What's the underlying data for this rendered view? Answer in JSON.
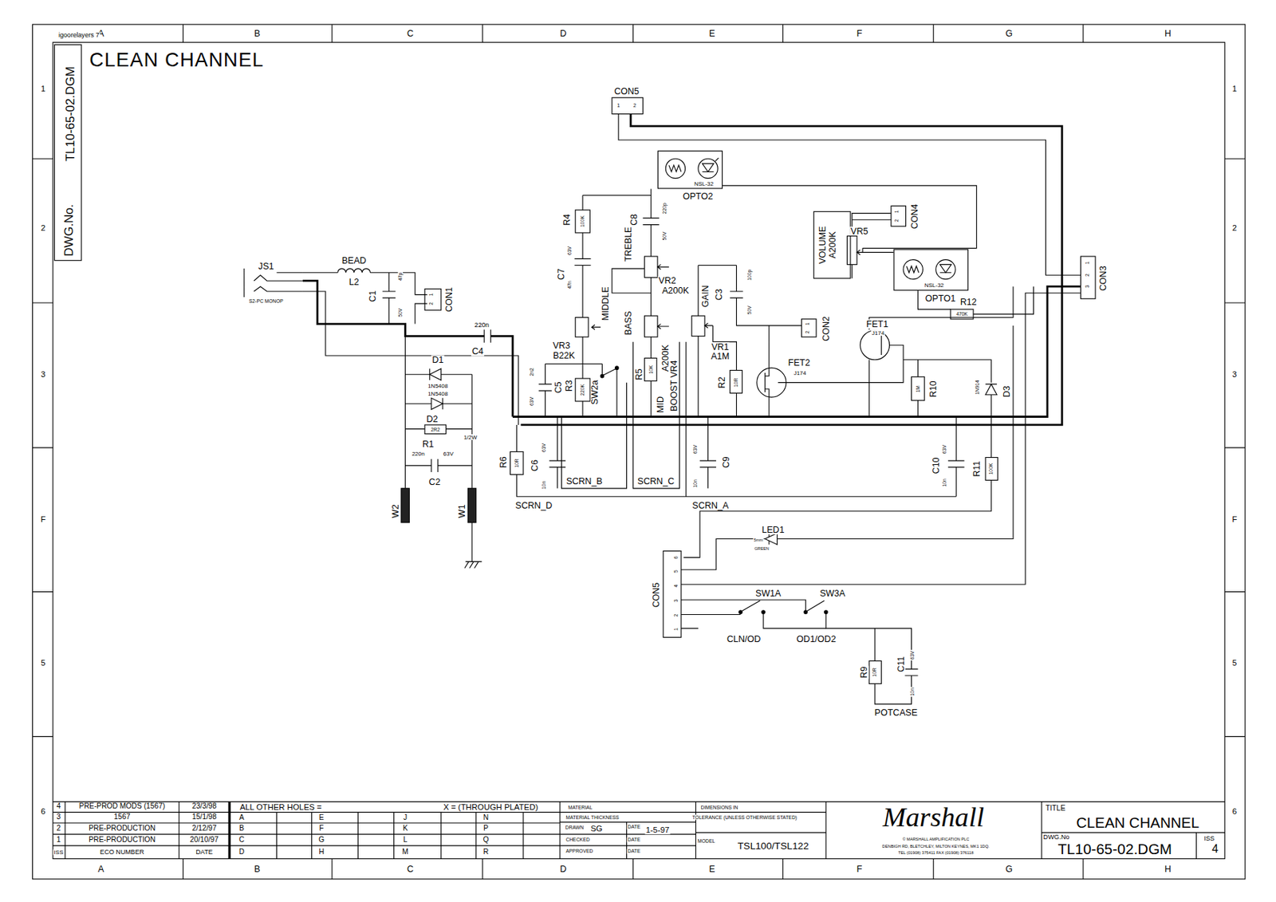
{
  "diagram": {
    "title": "CLEAN CHANNEL",
    "nodes": [
      {
        "text": [
          "NSL-32",
          "OPTO2"
        ]
      },
      {
        "text": [
          "NSL-32",
          "OPTO1"
        ]
      }
    ],
    "labels": [
      "A",
      "B",
      "C",
      "D",
      "E",
      "F",
      "G",
      "H",
      "A",
      "B",
      "C",
      "D",
      "E",
      "F",
      "G",
      "H",
      "1",
      "2",
      "3",
      "F",
      "5",
      "6",
      "1",
      "2",
      "3",
      "F",
      "5",
      "6",
      "igoorelayers 7",
      "DWG.No.",
      "TL10-65-02.DGM",
      "CON5",
      "1",
      "2",
      "R4",
      "100K",
      "C8",
      "220p",
      "50V",
      "TREBLE",
      "VR2",
      "A200K",
      "C7",
      "63V",
      "47n",
      "MIDDLE",
      "VR3",
      "B22K",
      "BASS",
      "GAIN",
      "C3",
      "100p",
      "50V",
      "VR1",
      "A1M",
      "2n2",
      "C5",
      "R3",
      "220K",
      "SW2a",
      "63V",
      "R5",
      "10K",
      "MID",
      "A200K",
      "BOOST VR4",
      "R2",
      "10R",
      "FET2",
      "J174",
      "FET1",
      "J174",
      "CON2",
      "1",
      "2",
      "CON4",
      "1",
      "2",
      "VOLUME",
      "A200K",
      "VR5",
      "R12",
      "470K",
      "R10",
      "1M",
      "1N914",
      "D3",
      "CON3",
      "1",
      "2",
      "3",
      "JS1",
      "S2-PC MONOP",
      "BEAD",
      "L2",
      "C1",
      "47p",
      "50V",
      "CON1",
      "1",
      "2",
      "220n",
      "C4",
      "D1",
      "1N5408",
      "1N5408",
      "D2",
      "2R2",
      "R1",
      "1/2W",
      "220n",
      "63V",
      "C2",
      "W2",
      "W1",
      "R6",
      "10R",
      "C6",
      "63V",
      "10n",
      "SCRN_D",
      "SCRN_B",
      "SCRN_C",
      "63V",
      "10n",
      "C9",
      "SCRN_A",
      "63V",
      "10n",
      "C10",
      "R11",
      "100K",
      "LED1",
      "5mm",
      "GREEN",
      "CON5",
      "6",
      "5",
      "4",
      "3",
      "2",
      "1",
      "SW1A",
      "SW3A",
      "CLN/OD",
      "OD1/OD2",
      "R9",
      "10R",
      "C11",
      "63V",
      "10n",
      "POTCASE",
      "4",
      "PRE-PROD MODS (1567)",
      "23/3/98",
      "3",
      "1567",
      "15/1/98",
      "2",
      "PRE-PRODUCTION",
      "2/12/97",
      "1",
      "PRE-PRODUCTION",
      "20/10/97",
      "ISS",
      "ECO NUMBER",
      "DATE",
      "ALL OTHER HOLES =",
      "X = (THROUGH PLATED)",
      "A",
      "B",
      "C",
      "D",
      "E",
      "F",
      "G",
      "H",
      "J",
      "K",
      "L",
      "M",
      "N",
      "P",
      "Q",
      "R",
      "MATERIAL",
      "MATERIAL THICKNESS",
      "DRAWN",
      "SG",
      "DATE",
      "1-5-97",
      "CHECKED",
      "DATE",
      "APPROVED",
      "DATE",
      "DIMENSIONS IN",
      "TOLERANCE (UNLESS OTHERWISE STATED)",
      "MODEL",
      "TSL100/TSL122",
      "Marshall",
      "© MARSHALL AMPLIFICATION PLC",
      "DENBIGH RD, BLETCHLEY, MILTON KEYNES, MK1 1DQ.",
      "TEL (01908) 375411 FAX (01908) 376118",
      "TITLE",
      "CLEAN CHANNEL",
      "DWG.No",
      "TL10-65-02.DGM",
      "ISS",
      "4"
    ]
  }
}
